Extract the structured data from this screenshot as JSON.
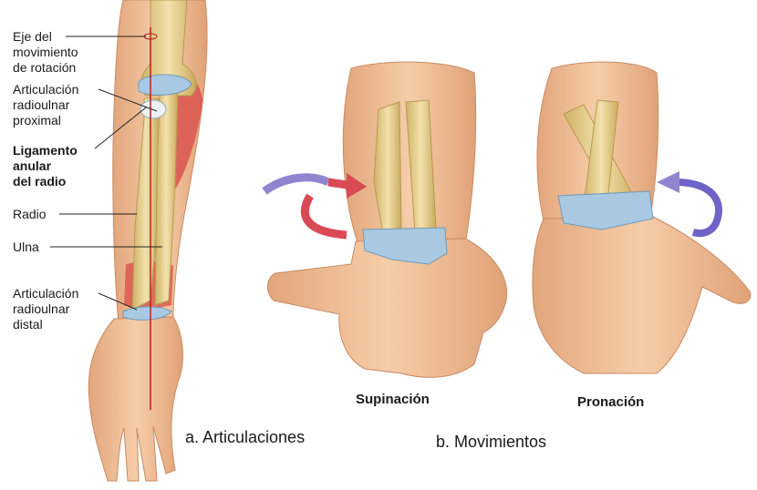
{
  "labels": {
    "eje": "Eje del\nmovimiento\nde rotación",
    "art_prox": "Articulación\nradioulnar\nproximal",
    "ligamento": "Ligamento\nanular\ndel radio",
    "radio": "Radio",
    "ulna": "Ulna",
    "art_dist": "Articulación\nradioulnar\ndistal"
  },
  "captions": {
    "a": "a. Articulaciones",
    "b": "b. Movimientos",
    "supinacion": "Supinación",
    "pronacion": "Pronación"
  },
  "colors": {
    "skin": "#f2c29c",
    "skin_dark": "#d9996e",
    "bone": "#e8d49a",
    "bone_edge": "#b89a4e",
    "cartilage": "#a9c9e2",
    "muscle": "#d9534f",
    "axis": "#b22222",
    "arrow_purple": "#8f86cf",
    "arrow_red": "#d94a55"
  }
}
